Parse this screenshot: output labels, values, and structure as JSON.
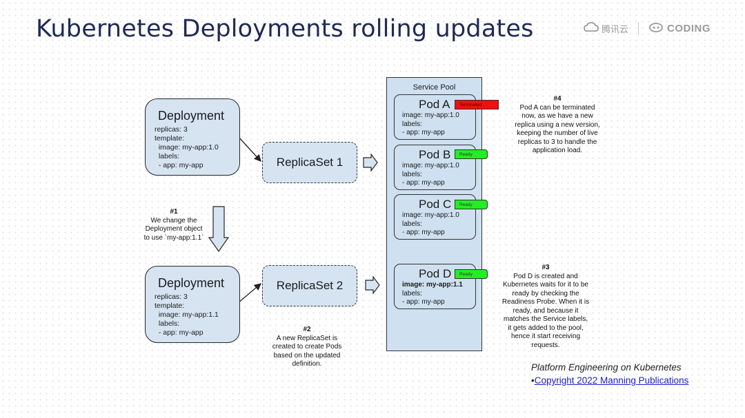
{
  "title": "Kubernetes Deployments rolling updates",
  "logos": {
    "cloud": "腾讯云",
    "coding": "CODING"
  },
  "deployments": [
    {
      "title": "Deployment",
      "body": "replicas: 3\ntemplate:\n  image: my-app:1.0\n  labels:\n  - app: my-app"
    },
    {
      "title": "Deployment",
      "body": "replicas: 3\ntemplate:\n  image: my-app:1.1\n  labels:\n  - app: my-app"
    }
  ],
  "replicasets": [
    "ReplicaSet 1",
    "ReplicaSet 2"
  ],
  "pool": {
    "label": "Service Pool",
    "pods": [
      {
        "title": "Pod A",
        "image": "image: my-app:1.0",
        "rest": "labels:\n- app: my-app",
        "tag": "Terminated"
      },
      {
        "title": "Pod B",
        "image": "image: my-app:1.0",
        "rest": "labels:\n- app: my-app",
        "tag": "Ready"
      },
      {
        "title": "Pod C",
        "image": "image: my-app:1.0",
        "rest": "labels:\n- app: my-app",
        "tag": "Ready"
      },
      {
        "title": "Pod D",
        "image": "image: my-app:1.1",
        "rest": "labels:\n- app: my-app",
        "tag": "Ready"
      }
    ]
  },
  "notes": {
    "n1": {
      "num": "#1",
      "text": "We change the Deployment object to use `my-app:1.1`"
    },
    "n2": {
      "num": "#2",
      "text": "A new ReplicaSet is created to create Pods based on the updated definition."
    },
    "n3": {
      "num": "#3",
      "text": "Pod D is created and Kubernetes waits for it to be ready by checking the Readiness Probe. When it is ready, and because it matches the Service labels, it gets added to the pool, hence it start receiving requests."
    },
    "n4": {
      "num": "#4",
      "text": "Pod A can be terminated now, as we have a new replica using a new version, keeping the number of live replicas to 3 to handle the application load."
    }
  },
  "credit": {
    "book": "Platform Engineering on Kubernetes",
    "bullet": "•",
    "link": "Copyright 2022 Manning Publications"
  },
  "colors": {
    "box_fill": "#d6e4f2",
    "ready": "#22ee22",
    "terminated": "#ee1111",
    "title": "#1f2a55"
  }
}
